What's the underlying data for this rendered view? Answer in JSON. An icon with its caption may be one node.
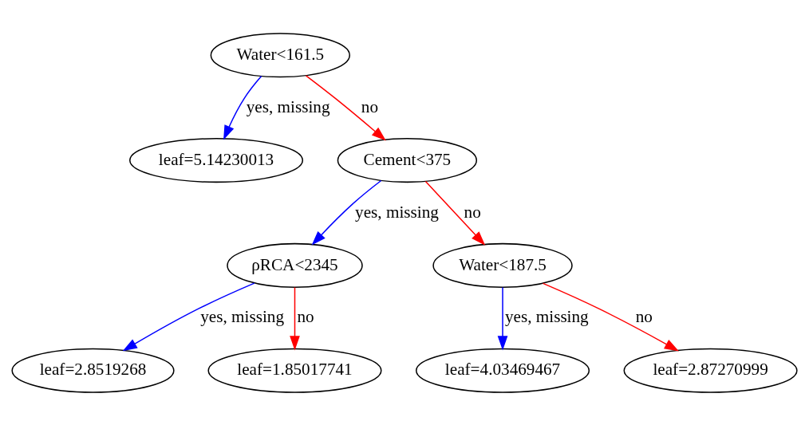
{
  "diagram": {
    "nodes": [
      {
        "text": [
          "Water<161.5"
        ]
      },
      {
        "text": [
          "leaf=5.14230013"
        ]
      },
      {
        "text": [
          "Cement<375"
        ]
      },
      {
        "text": [
          "ρRCA<2345"
        ]
      },
      {
        "text": [
          "Water<187.5"
        ]
      },
      {
        "text": [
          "leaf=2.8519268"
        ]
      },
      {
        "text": [
          "leaf=1.85017741"
        ]
      },
      {
        "text": [
          "leaf=4.03469467"
        ]
      },
      {
        "text": [
          "leaf=2.87270999"
        ]
      }
    ],
    "edges": [
      {
        "from": 0,
        "to": 1,
        "arrow": "to",
        "label": "yes, missing",
        "color": "#0000ff"
      },
      {
        "from": 0,
        "to": 2,
        "arrow": "to",
        "label": "no",
        "color": "#ff0000"
      },
      {
        "from": 2,
        "to": 3,
        "arrow": "to",
        "label": "yes, missing",
        "color": "#0000ff"
      },
      {
        "from": 2,
        "to": 4,
        "arrow": "to",
        "label": "no",
        "color": "#ff0000"
      },
      {
        "from": 3,
        "to": 5,
        "arrow": "to",
        "label": "yes, missing",
        "color": "#0000ff"
      },
      {
        "from": 3,
        "to": 6,
        "arrow": "to",
        "label": "no",
        "color": "#ff0000"
      },
      {
        "from": 4,
        "to": 7,
        "arrow": "to",
        "label": "yes, missing",
        "color": "#0000ff"
      },
      {
        "from": 4,
        "to": 8,
        "arrow": "to",
        "label": "no",
        "color": "#ff0000"
      }
    ]
  }
}
